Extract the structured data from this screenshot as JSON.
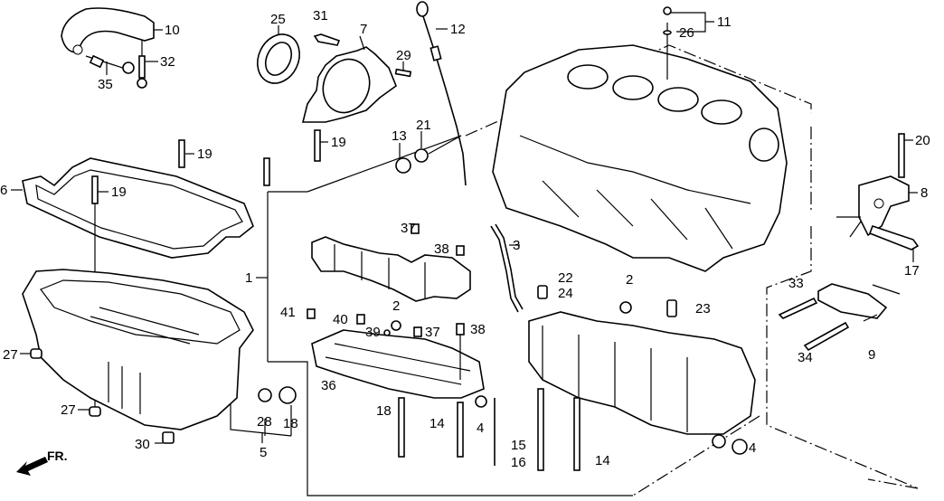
{
  "diagram": {
    "title": "Cylinder Block / Oil Pan exploded parts diagram",
    "direction_marker": "FR.",
    "callouts": {
      "c1": "1",
      "c2a": "2",
      "c2b": "2",
      "c3": "3",
      "c4a": "4",
      "c4b": "4",
      "c5": "5",
      "c6": "6",
      "c7": "7",
      "c8": "8",
      "c9": "9",
      "c10": "10",
      "c11": "11",
      "c12": "12",
      "c13": "13",
      "c14a": "14",
      "c14b": "14",
      "c15": "15",
      "c16": "16",
      "c17": "17",
      "c18a": "18",
      "c18b": "18",
      "c19a": "19",
      "c19b": "19",
      "c19c": "19",
      "c20": "20",
      "c21": "21",
      "c22": "22",
      "c23": "23",
      "c24": "24",
      "c25": "25",
      "c26": "26",
      "c27a": "27",
      "c27b": "27",
      "c28": "28",
      "c29": "29",
      "c30": "30",
      "c31": "31",
      "c32": "32",
      "c33": "33",
      "c34": "34",
      "c35": "35",
      "c36": "36",
      "c37a": "37",
      "c37b": "37",
      "c38a": "38",
      "c38b": "38",
      "c39": "39",
      "c40": "40",
      "c41": "41"
    },
    "parts": [
      "engine-mount-bracket",
      "bolt",
      "cylinder-block",
      "crank-seal-housing",
      "oil-seal",
      "dowel-pin",
      "dipstick",
      "dipstick-tube",
      "oil-pan-gasket",
      "oil-pan",
      "drain-bolt",
      "washer",
      "stud",
      "main-bearing-caps",
      "bearing-cap-bridge",
      "sealing-bolt",
      "oil-jet"
    ]
  }
}
